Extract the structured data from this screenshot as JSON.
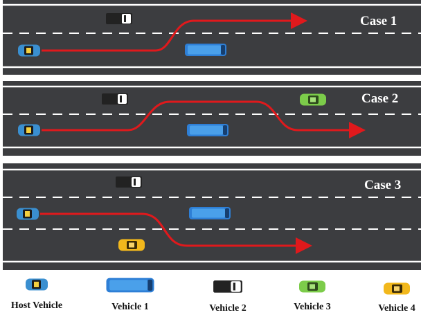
{
  "cases": [
    {
      "label": "Case 1"
    },
    {
      "label": "Case 2"
    },
    {
      "label": "Case 3"
    }
  ],
  "legend": [
    {
      "label": "Host Vehicle",
      "icon": "host-vehicle-icon",
      "color": "#3a8fd0"
    },
    {
      "label": "Vehicle 1",
      "icon": "vehicle-1-icon",
      "color": "#2e7fd6"
    },
    {
      "label": "Vehicle 2",
      "icon": "vehicle-2-icon",
      "color": "#2a2a2a"
    },
    {
      "label": "Vehicle 3",
      "icon": "vehicle-3-icon",
      "color": "#7ccc4a"
    },
    {
      "label": "Vehicle 4",
      "icon": "vehicle-4-icon",
      "color": "#f2b81c"
    }
  ],
  "colors": {
    "road": "#3c3d40",
    "lane_marking": "#ffffff",
    "trajectory": "#e0191c",
    "host": "#3a8fd0",
    "vehicle_1": "#2e7fd6",
    "vehicle_2": "#2a2a2a",
    "vehicle_3": "#7ccc4a",
    "vehicle_4": "#f2b81c"
  }
}
